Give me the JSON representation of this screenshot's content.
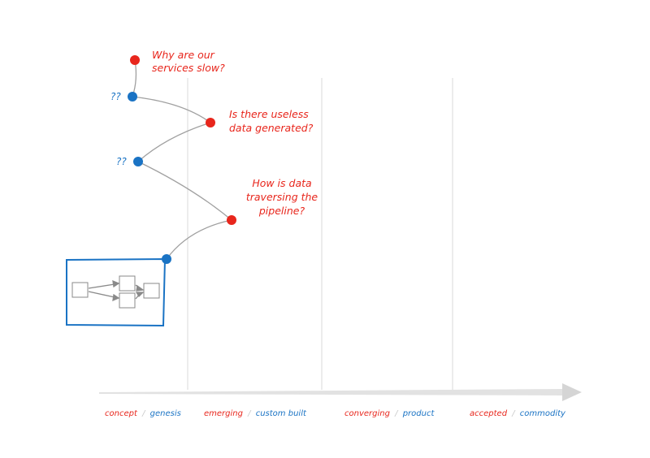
{
  "questions": {
    "q1": [
      "Why are our",
      "services slow?"
    ],
    "q2": [
      "Is there useless",
      "data generated?"
    ],
    "q3": [
      "How is data",
      "traversing the",
      "pipeline?"
    ]
  },
  "unknown_marks": [
    "??",
    "??"
  ],
  "axis": {
    "stages": [
      {
        "first": "concept",
        "second": "genesis"
      },
      {
        "first": "emerging",
        "second": "custom built"
      },
      {
        "first": "converging",
        "second": "product"
      },
      {
        "first": "accepted",
        "second": "commodity"
      }
    ],
    "separator": "/"
  },
  "colors": {
    "question_dot": "#e8261c",
    "node_dot": "#1a73c4",
    "connector": "#a0a0a0",
    "gridline": "#d9d9d9",
    "axis_arrow": "#d5d5d5",
    "box_border": "#1a73c4"
  }
}
